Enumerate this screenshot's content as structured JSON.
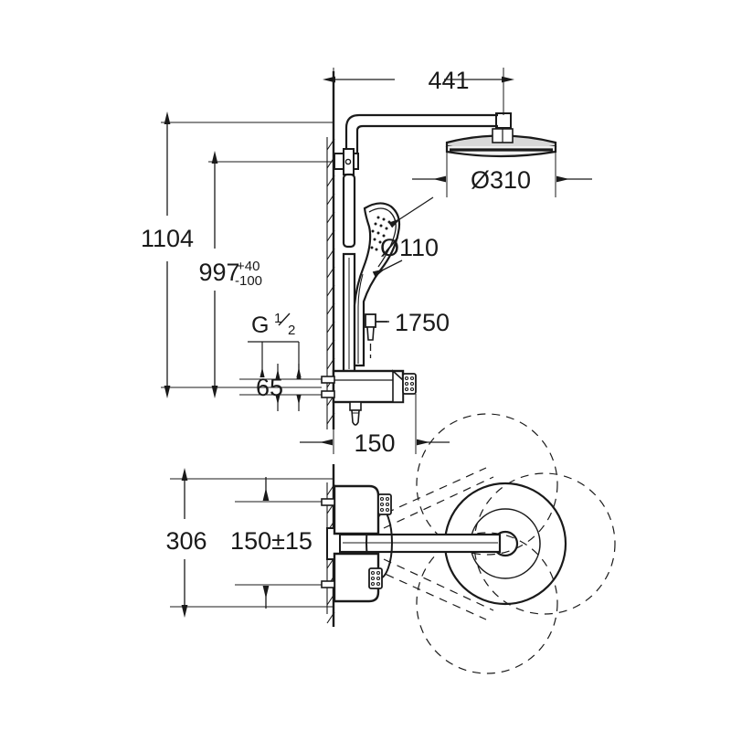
{
  "drawing": {
    "title": "Shower system technical dimension drawing",
    "line_color": "#1a1a1a",
    "thin_line_color": "#3a3a3a",
    "background": "#ffffff",
    "dimensions": {
      "overall_width": "441",
      "overall_height": "1104",
      "riser_height": "997",
      "riser_tol_plus": "+40",
      "riser_tol_minus": "-100",
      "head_diameter": "Ø310",
      "hand_shower_diameter": "Ø110",
      "hose_length": "1750",
      "inlet_spacing": "65",
      "projection": "150",
      "plan_width": "306",
      "plan_center": "150±15",
      "thread_label": "G",
      "thread_size_num": "1",
      "thread_size_den": "2"
    },
    "labels": {
      "width_441": "441",
      "height_1104": "1104",
      "height_997": "997",
      "tol_plus_40": "+40",
      "tol_minus_100": "-100",
      "dia_310": "Ø310",
      "dia_110": "Ø110",
      "len_1750": "1750",
      "dim_65": "65",
      "dim_150": "150",
      "dim_306": "306",
      "dim_150_15": "150±15",
      "thread_g": "G",
      "thread_half_num": "1",
      "thread_half_den": "2"
    }
  }
}
